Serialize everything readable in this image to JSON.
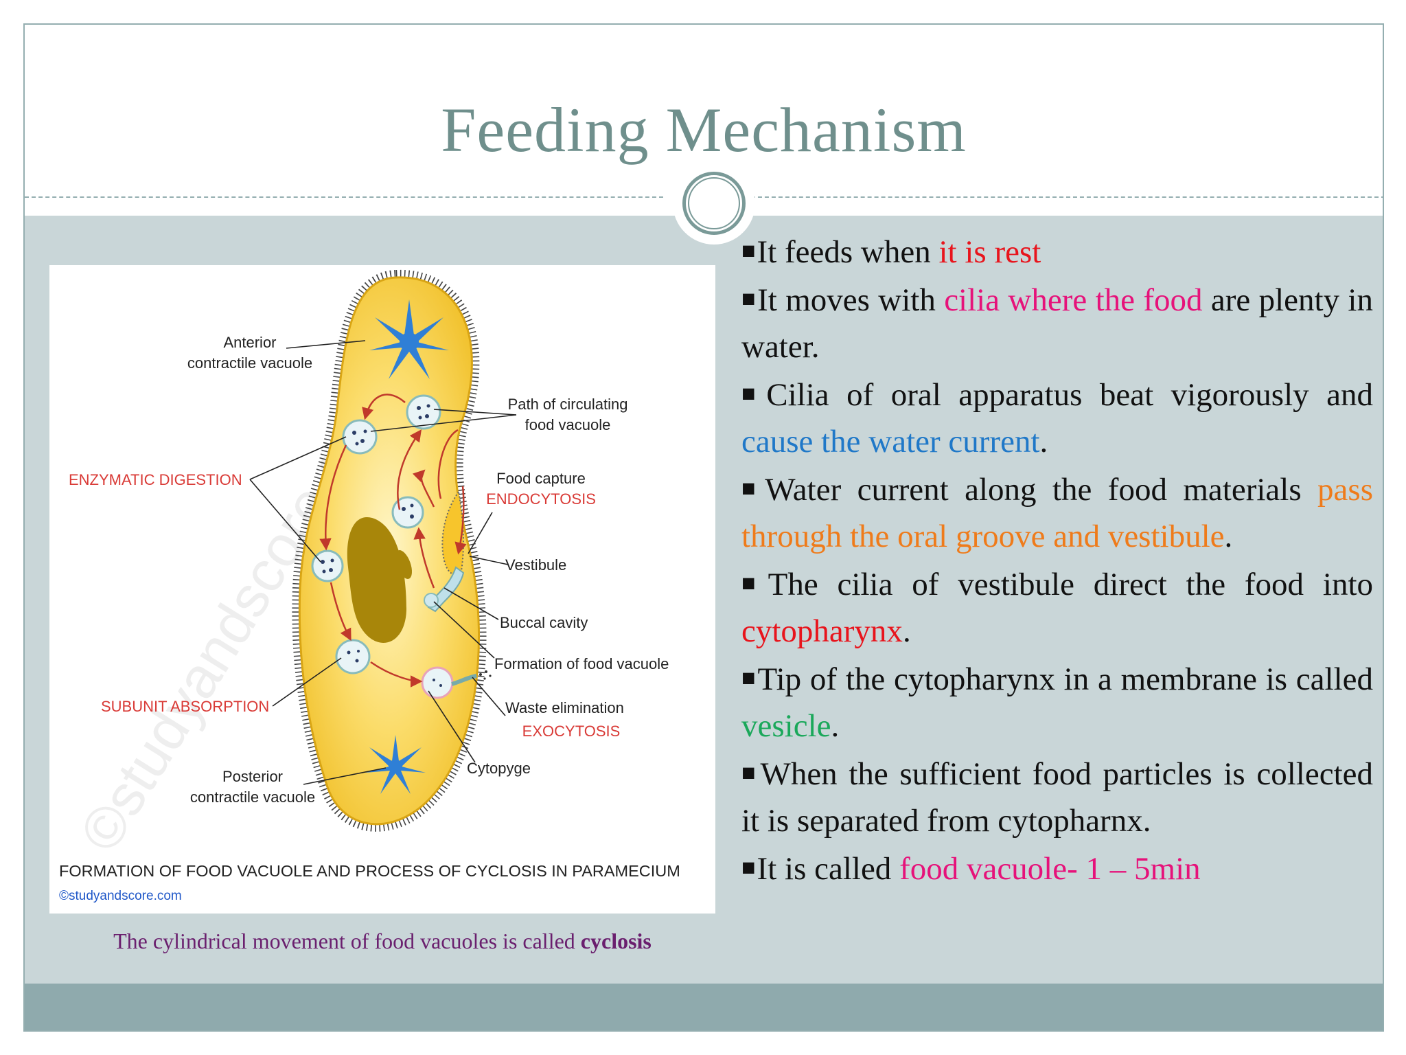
{
  "title": "Feeding Mechanism",
  "diagram": {
    "labels": {
      "anterior_1": "Anterior",
      "anterior_2": "contractile vacuole",
      "path_1": "Path of circulating",
      "path_2": "food vacuole",
      "enzymatic": "ENZYMATIC DIGESTION",
      "food_capture": "Food capture",
      "endocytosis": "ENDOCYTOSIS",
      "vestibule": "Vestibule",
      "buccal": "Buccal cavity",
      "formation": "Formation of food vacuole",
      "subunit": "SUBUNIT ABSORPTION",
      "waste": "Waste elimination",
      "exocytosis": "EXOCYTOSIS",
      "cytopyge": "Cytopyge",
      "posterior_1": "Posterior",
      "posterior_2": "contractile vacuole"
    },
    "footer_title": "FORMATION OF FOOD VACUOLE AND PROCESS OF CYCLOSIS IN PARAMECIUM",
    "credit": "©studyandscore.com",
    "watermark": "©studyandscore.com"
  },
  "caption": {
    "text": "The cylindrical movement of food vacuoles is called ",
    "bold": "cyclosis"
  },
  "bullets": [
    {
      "segments": [
        {
          "text": "It feeds when "
        },
        {
          "text": "it is rest",
          "color": "red"
        }
      ]
    },
    {
      "segments": [
        {
          "text": "It moves with "
        },
        {
          "text": "cilia where the food",
          "color": "pink"
        },
        {
          "text": " are plenty in water."
        }
      ]
    },
    {
      "segments": [
        {
          "text": "Cilia of oral apparatus beat vigorously and "
        },
        {
          "text": "cause the water current",
          "color": "blue"
        },
        {
          "text": "."
        }
      ]
    },
    {
      "segments": [
        {
          "text": "Water current along the food materials "
        },
        {
          "text": "pass through the oral groove and vestibule",
          "color": "orange"
        },
        {
          "text": "."
        }
      ]
    },
    {
      "segments": [
        {
          "text": "The cilia of vestibule direct the food into "
        },
        {
          "text": "cytopharynx",
          "color": "red"
        },
        {
          "text": "."
        }
      ]
    },
    {
      "segments": [
        {
          "text": "Tip of the cytopharynx in a membrane is called "
        },
        {
          "text": "vesicle",
          "color": "green"
        },
        {
          "text": "."
        }
      ]
    },
    {
      "segments": [
        {
          "text": "When the sufficient food particles is collected it is separated from cytopharnx."
        }
      ]
    },
    {
      "segments": [
        {
          "text": "It is called "
        },
        {
          "text": "food vacuole- 1 – 5min",
          "color": "pink"
        }
      ]
    }
  ],
  "colors": {
    "title": "#6f8f8c",
    "content_band": "#c9d6d8",
    "footer_band": "#8faaad",
    "caption": "#6a1f6e",
    "red": "#e8141c",
    "pink": "#e6127a",
    "blue": "#1f78c8",
    "orange": "#ef7b1a",
    "green": "#1aa85a",
    "cell_fill": "#f5c93a",
    "macronucleus": "#a8860a",
    "contractile_vacuole": "#2f7fd6",
    "diagram_red_label": "#d93a36"
  }
}
